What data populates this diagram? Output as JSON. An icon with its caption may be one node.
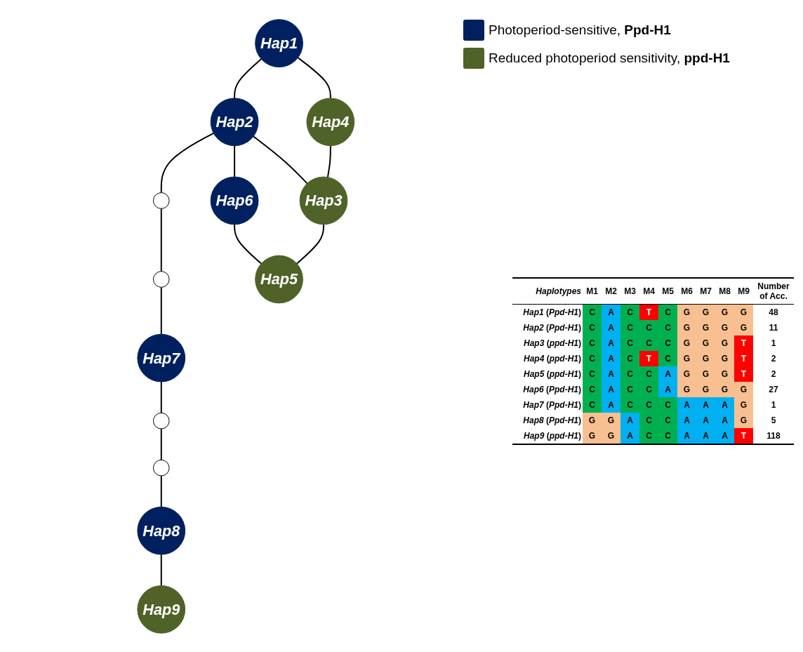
{
  "diagram": {
    "nodes": [
      {
        "text": [
          "Hap1"
        ]
      },
      {
        "text": [
          "Hap4"
        ]
      },
      {
        "text": [
          "Hap2"
        ]
      },
      {
        "text": [
          "Hap3"
        ]
      },
      {
        "text": [],
        "shape": "circle"
      },
      {
        "text": [],
        "shape": "circle"
      },
      {
        "text": [
          "Hap7"
        ]
      },
      {
        "text": [
          "Hap6"
        ]
      },
      {
        "text": [
          "Hap5"
        ]
      },
      {
        "text": [],
        "shape": "circle"
      },
      {
        "text": [],
        "shape": "circle"
      },
      {
        "text": [
          "Hap8"
        ]
      },
      {
        "text": [
          "Hap9"
        ]
      }
    ],
    "edges": [
      {
        "from": 0,
        "to": 1,
        "arrow": "none"
      },
      {
        "from": 0,
        "to": 2,
        "arrow": "none"
      },
      {
        "from": 1,
        "to": 3,
        "arrow": "none"
      },
      {
        "from": 2,
        "to": 3,
        "arrow": "none"
      },
      {
        "from": 2,
        "to": 4,
        "arrow": "none"
      },
      {
        "from": 4,
        "to": 5,
        "arrow": "none"
      },
      {
        "from": 5,
        "to": 6,
        "arrow": "none"
      },
      {
        "from": 2,
        "to": 7,
        "arrow": "none"
      },
      {
        "from": 3,
        "to": 8,
        "arrow": "none"
      },
      {
        "from": 7,
        "to": 8,
        "arrow": "none"
      },
      {
        "from": 6,
        "to": 9,
        "arrow": "none"
      },
      {
        "from": 9,
        "to": 10,
        "arrow": "none"
      },
      {
        "from": 10,
        "to": 11,
        "arrow": "none"
      },
      {
        "from": 11,
        "to": 12,
        "arrow": "none"
      }
    ],
    "labels": [
      "Haplotypes",
      "M1",
      "M2",
      "M3",
      "M4",
      "M5",
      "M6",
      "M7",
      "M8",
      "M9",
      "Number of Acc.",
      "*Hap1* (*Ppd-H1*)",
      "C",
      "A",
      "C",
      "T",
      "C",
      "G",
      "G",
      "G",
      "G",
      "48",
      "*Hap2* (*Ppd-H1*)",
      "C",
      "A",
      "C",
      "C",
      "C",
      "G",
      "G",
      "G",
      "G",
      "11",
      "*Hap3* (*ppd-H1*)",
      "C",
      "A",
      "C",
      "C",
      "C",
      "G",
      "G",
      "G",
      "T",
      "1",
      "*Hap4* (*ppd-H1*)",
      "C",
      "A",
      "C",
      "T",
      "C",
      "G",
      "G",
      "G",
      "T",
      "2",
      "*Hap5* (*ppd-H1*)",
      "C",
      "A",
      "C",
      "C",
      "A",
      "G",
      "G",
      "G",
      "T",
      "2",
      "*Hap6* (*Ppd-H1*)",
      "C",
      "A",
      "C",
      "C",
      "A",
      "G",
      "G",
      "G",
      "G",
      "27",
      "*Hap7* (*Ppd-H1*)",
      "C",
      "A",
      "C",
      "C",
      "C",
      "A",
      "A",
      "A",
      "G",
      "1",
      "*Hap8* (*Ppd-H1*)",
      "G",
      "G",
      "A",
      "C",
      "C",
      "A",
      "A",
      "A",
      "G",
      "5",
      "*Hap9* (*ppd-H1*)",
      "G",
      "G",
      "A",
      "C",
      "C",
      "A",
      "A",
      "A",
      "T",
      "118"
    ],
    "legend": [
      {
        "text": "Photoperiod-sensitive, **Ppd-H1**",
        "color": "#002060"
      },
      {
        "text": "Reduced photoperiod sensitivity, **ppd-H1**",
        "color": "#4f6228"
      }
    ]
  }
}
